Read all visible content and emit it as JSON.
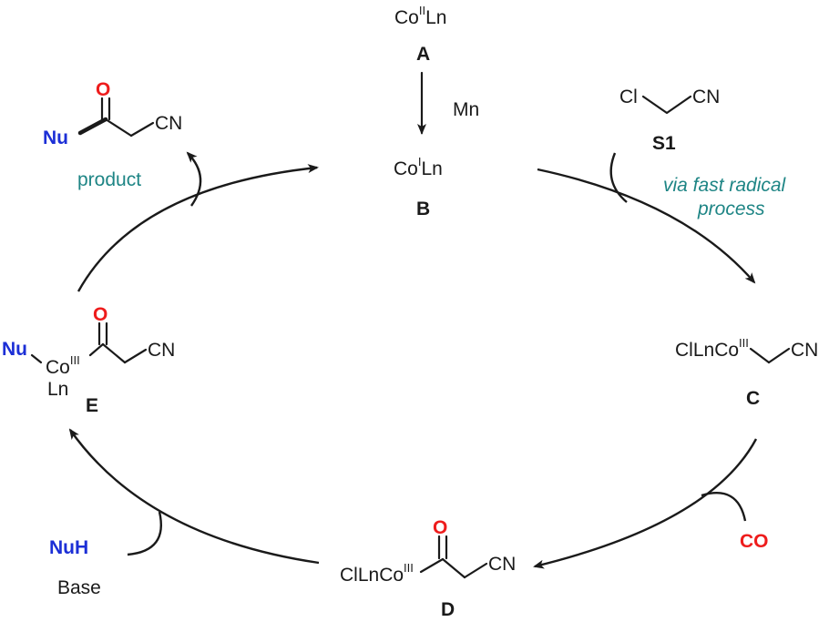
{
  "species": {
    "A": {
      "prefix": "Co",
      "ox": "II",
      "suffix": "Ln",
      "label": "A"
    },
    "B": {
      "prefix": "Co",
      "ox": "I",
      "suffix": "Ln",
      "label": "B"
    },
    "C": {
      "prefix": "ClLnCo",
      "ox": "III",
      "cn": "CN",
      "label": "C"
    },
    "D": {
      "prefix": "ClLnCo",
      "ox": "III",
      "o": "O",
      "cn": "CN",
      "label": "D"
    },
    "E": {
      "nu": "Nu",
      "co": "Co",
      "ox": "III",
      "ln": "Ln",
      "o": "O",
      "cn": "CN",
      "label": "E"
    }
  },
  "reagents": {
    "mn": "Mn",
    "s1": {
      "cl": "Cl",
      "cn": "CN",
      "label": "S1"
    },
    "co": "CO",
    "nuh": "NuH",
    "base": "Base"
  },
  "product": {
    "nu": "Nu",
    "o": "O",
    "cn": "CN",
    "caption": "product"
  },
  "annotation": {
    "line1": "via fast radical",
    "line2": "process"
  },
  "colors": {
    "nucleophile": "#1c2fd6",
    "oxygen": "#ee1c1c",
    "annotation": "#1e8585"
  }
}
